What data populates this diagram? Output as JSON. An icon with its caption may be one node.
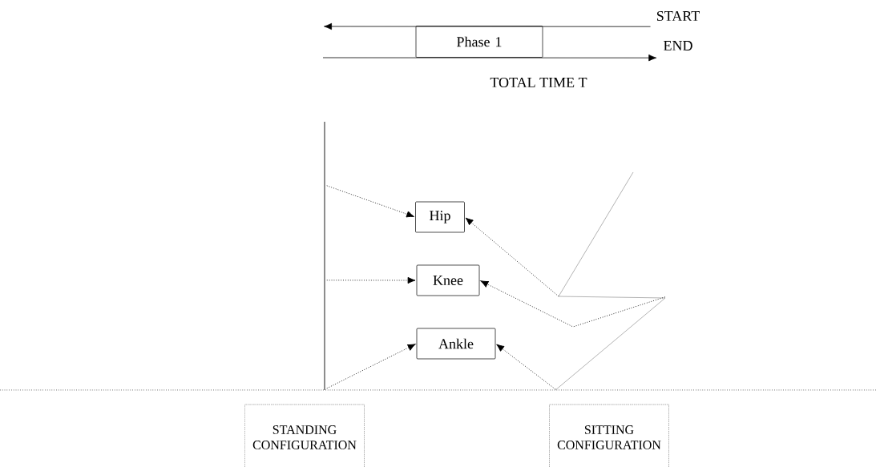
{
  "diagram": {
    "nodes": [
      {
        "text": [
          "START"
        ]
      },
      {
        "text": [
          "Phase 1"
        ]
      },
      {
        "text": [
          "END"
        ]
      },
      {
        "text": [],
        "shape": "picture"
      },
      {
        "text": [
          "Hip"
        ]
      },
      {
        "text": [
          "Knee"
        ]
      },
      {
        "text": [
          "Ankle"
        ]
      },
      {
        "text": [],
        "shape": "picture"
      },
      {
        "text": [
          "STANDING CONFIGURATION"
        ]
      },
      {
        "text": [
          "SITTING CONFIGURATION"
        ]
      }
    ],
    "edges": [
      {
        "from": 0,
        "to": null,
        "arrow": "to"
      },
      {
        "from": null,
        "to": 2,
        "arrow": "to"
      },
      {
        "from": 3,
        "to": 4,
        "arrow": "to",
        "style": "dashed"
      },
      {
        "from": 7,
        "to": 4,
        "arrow": "to",
        "style": "dashed"
      },
      {
        "from": 3,
        "to": 5,
        "arrow": "to",
        "style": "dashed"
      },
      {
        "from": 7,
        "to": 5,
        "arrow": "to",
        "style": "dashed"
      },
      {
        "from": 3,
        "to": 6,
        "arrow": "to",
        "style": "dashed"
      },
      {
        "from": 7,
        "to": 6,
        "arrow": "to",
        "style": "dashed"
      }
    ],
    "labels": [
      "TOTAL TIME   T"
    ]
  }
}
